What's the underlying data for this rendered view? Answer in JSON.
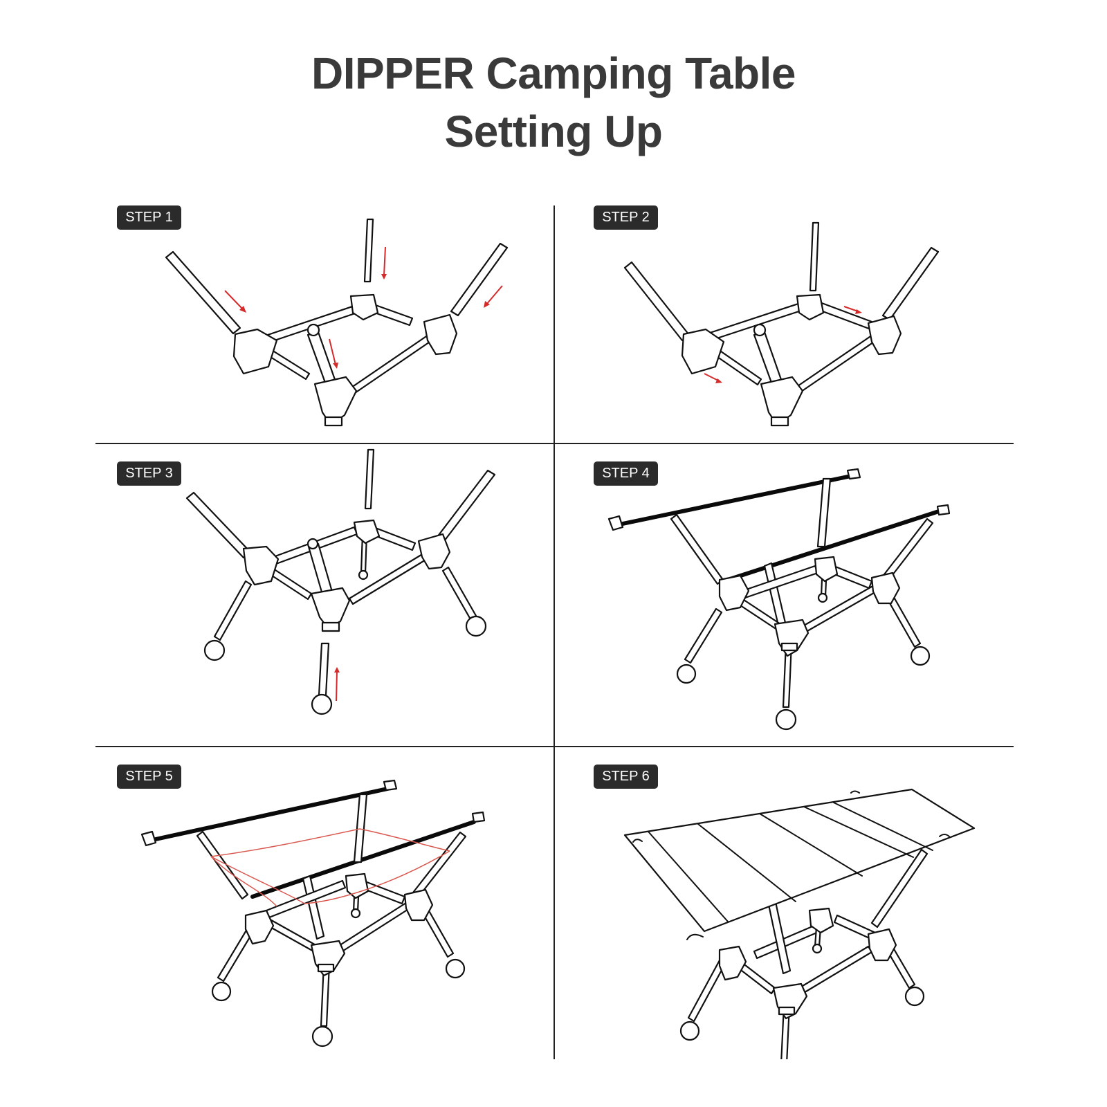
{
  "title": {
    "line1": "DIPPER Camping Table",
    "line2": "Setting Up"
  },
  "steps": [
    {
      "label": "STEP 1",
      "description": "Insert upper poles into frame hubs",
      "arrow_count": 4
    },
    {
      "label": "STEP 2",
      "description": "Slide side connectors into hubs",
      "arrow_count": 2
    },
    {
      "label": "STEP 3",
      "description": "Attach legs with foot caps",
      "arrow_count": 1
    },
    {
      "label": "STEP 4",
      "description": "Place top support bars on pole heads"
    },
    {
      "label": "STEP 5",
      "description": "Tension cords across frame"
    },
    {
      "label": "STEP 6",
      "description": "Lay the roll-up tabletop on the bars",
      "tabletop_slats": 6
    }
  ],
  "colors": {
    "title_text": "#3a3a3a",
    "badge_bg": "#2b2b2b",
    "badge_text": "#ffffff",
    "line_art": "#111111",
    "arrow": "#d42a2a",
    "cord": "#d9584f",
    "divider": "#222222",
    "background": "#ffffff"
  }
}
